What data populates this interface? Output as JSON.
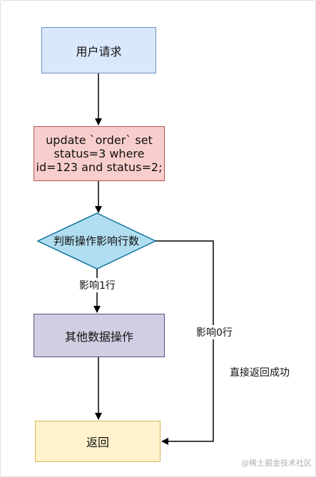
{
  "nodes": {
    "request": "用户请求",
    "sql": "update `order` set status=3 where id=123 and status=2;",
    "decision": "判断操作影响行数",
    "other_ops": "其他数据操作",
    "return": "返回"
  },
  "edges": {
    "affected_1": "影响1行",
    "affected_0": "影响0行",
    "direct_return": "直接返回成功"
  },
  "colors": {
    "blue_fill": "#dae8fc",
    "blue_stroke": "#6c8ebf",
    "red_fill": "#f8cecc",
    "red_stroke": "#b85450",
    "diamond_fill": "#b1ddf0",
    "diamond_stroke": "#10739e",
    "purple_fill": "#d0cee2",
    "purple_stroke": "#56517e",
    "yellow_fill": "#fff2cc",
    "yellow_stroke": "#d6b656"
  },
  "watermark": "@稀土掘金技术社区"
}
